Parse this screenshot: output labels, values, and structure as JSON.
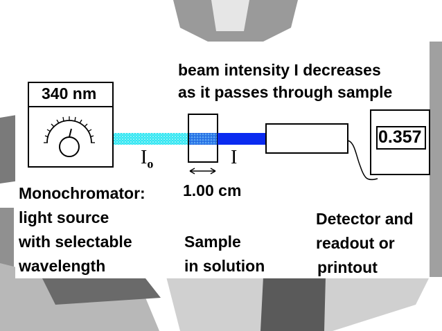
{
  "beam_caption": [
    "beam intensity I decreases",
    "as it passes through sample"
  ],
  "wavelength_display": "340 nm",
  "detector_reading": "0.357",
  "incident_label": "I",
  "incident_subscript": "o",
  "transmitted_label": "I",
  "path_length": "1.00 cm",
  "monochromator_text": [
    "Monochromator:",
    "light source",
    "with selectable",
    "wavelength"
  ],
  "sample_text": [
    "Sample",
    "in solution"
  ],
  "detector_text": [
    "Detector and",
    "readout or",
    "printout"
  ],
  "colors": {
    "incident_beam": "#2ee6f2",
    "transmitted_beam": "#0a2bf0",
    "sample_tint": "#2f7fe8"
  },
  "icons": {
    "dial": "dial-icon",
    "path_arrow": "double-arrow-icon"
  }
}
